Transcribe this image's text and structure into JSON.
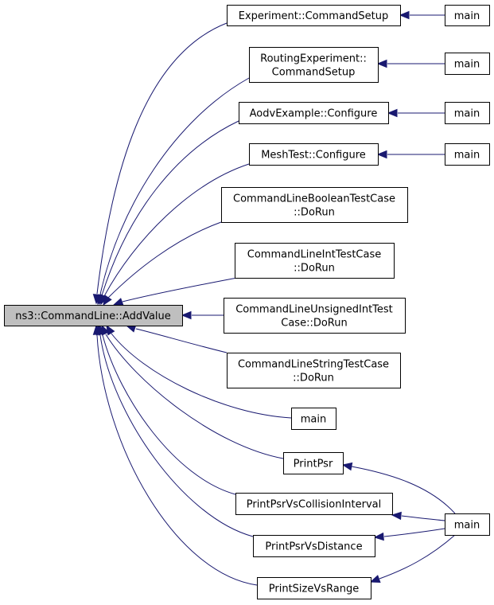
{
  "graph": {
    "nodes": [
      {
        "id": "root",
        "lines": [
          "ns3::CommandLine::AddValue"
        ],
        "root": true
      },
      {
        "id": "exp",
        "lines": [
          "Experiment::CommandSetup"
        ]
      },
      {
        "id": "routing",
        "lines": [
          "RoutingExperiment::",
          "CommandSetup"
        ]
      },
      {
        "id": "aodv",
        "lines": [
          "AodvExample::Configure"
        ]
      },
      {
        "id": "mesh",
        "lines": [
          "MeshTest::Configure"
        ]
      },
      {
        "id": "boolTC",
        "lines": [
          "CommandLineBooleanTestCase",
          "::DoRun"
        ]
      },
      {
        "id": "intTC",
        "lines": [
          "CommandLineIntTestCase",
          "::DoRun"
        ]
      },
      {
        "id": "uintTC",
        "lines": [
          "CommandLineUnsignedIntTest",
          "Case::DoRun"
        ]
      },
      {
        "id": "strTC",
        "lines": [
          "CommandLineStringTestCase",
          "::DoRun"
        ]
      },
      {
        "id": "mainMid",
        "lines": [
          "main"
        ]
      },
      {
        "id": "psr",
        "lines": [
          "PrintPsr"
        ]
      },
      {
        "id": "psrColl",
        "lines": [
          "PrintPsrVsCollisionInterval"
        ]
      },
      {
        "id": "psrDist",
        "lines": [
          "PrintPsrVsDistance"
        ]
      },
      {
        "id": "sizeRange",
        "lines": [
          "PrintSizeVsRange"
        ]
      },
      {
        "id": "main1",
        "lines": [
          "main"
        ]
      },
      {
        "id": "main2",
        "lines": [
          "main"
        ]
      },
      {
        "id": "main3",
        "lines": [
          "main"
        ]
      },
      {
        "id": "main4",
        "lines": [
          "main"
        ]
      },
      {
        "id": "main5",
        "lines": [
          "main"
        ]
      }
    ],
    "edges": [
      {
        "from": "exp",
        "to": "root"
      },
      {
        "from": "routing",
        "to": "root"
      },
      {
        "from": "aodv",
        "to": "root"
      },
      {
        "from": "mesh",
        "to": "root"
      },
      {
        "from": "boolTC",
        "to": "root"
      },
      {
        "from": "intTC",
        "to": "root"
      },
      {
        "from": "uintTC",
        "to": "root"
      },
      {
        "from": "strTC",
        "to": "root"
      },
      {
        "from": "mainMid",
        "to": "root"
      },
      {
        "from": "psr",
        "to": "root"
      },
      {
        "from": "psrColl",
        "to": "root"
      },
      {
        "from": "psrDist",
        "to": "root"
      },
      {
        "from": "sizeRange",
        "to": "root"
      },
      {
        "from": "main1",
        "to": "exp"
      },
      {
        "from": "main2",
        "to": "routing"
      },
      {
        "from": "main3",
        "to": "aodv"
      },
      {
        "from": "main4",
        "to": "mesh"
      },
      {
        "from": "main5",
        "to": "psr"
      },
      {
        "from": "main5",
        "to": "psrColl"
      },
      {
        "from": "main5",
        "to": "psrDist"
      },
      {
        "from": "main5",
        "to": "sizeRange"
      }
    ]
  }
}
